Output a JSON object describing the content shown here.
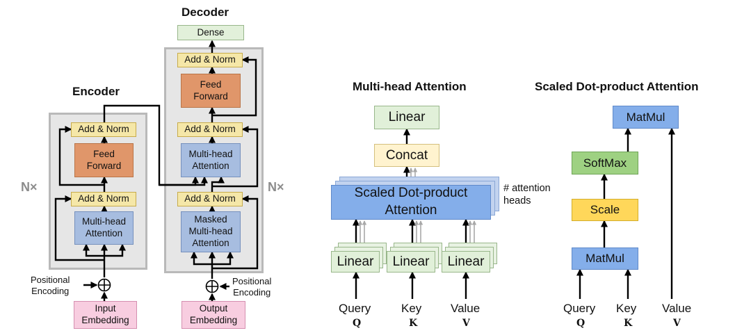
{
  "encoder": {
    "title": "Encoder",
    "add_norm_top": "Add & Norm",
    "feed_forward": "Feed\nForward",
    "add_norm_bottom": "Add & Norm",
    "multi_head": "Multi-head\nAttention",
    "repeat": "N×",
    "positional_encoding": "Positional\nEncoding",
    "input_embedding": "Input\nEmbedding"
  },
  "decoder": {
    "title": "Decoder",
    "dense": "Dense",
    "add_norm_top": "Add & Norm",
    "feed_forward": "Feed\nForward",
    "add_norm_mid": "Add & Norm",
    "multi_head": "Multi-head\nAttention",
    "add_norm_bottom": "Add & Norm",
    "masked_multi_head": "Masked\nMulti-head\nAttention",
    "repeat": "N×",
    "positional_encoding": "Positional\nEncoding",
    "output_embedding": "Output\nEmbedding"
  },
  "multi_head_attention": {
    "title": "Multi-head Attention",
    "linear_top": "Linear",
    "concat": "Concat",
    "sdp": "Scaled Dot-product\nAttention",
    "heads_note": "# attention\nheads",
    "linear_q": "Linear",
    "linear_k": "Linear",
    "linear_v": "Linear",
    "inputs": [
      {
        "name": "Query",
        "symbol": "Q"
      },
      {
        "name": "Key",
        "symbol": "K"
      },
      {
        "name": "Value",
        "symbol": "V"
      }
    ]
  },
  "scaled_dot_product": {
    "title": "Scaled Dot-product Attention",
    "matmul_top": "MatMul",
    "softmax": "SoftMax",
    "scale": "Scale",
    "matmul_bottom": "MatMul",
    "inputs": [
      {
        "name": "Query",
        "symbol": "Q"
      },
      {
        "name": "Key",
        "symbol": "K"
      },
      {
        "name": "Value",
        "symbol": "V"
      }
    ]
  }
}
